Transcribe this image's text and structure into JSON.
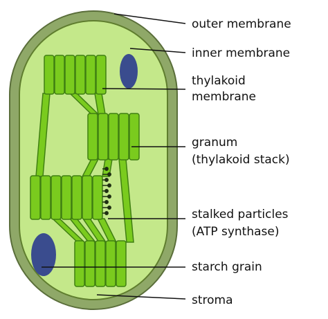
{
  "labels": {
    "outer_membrane": "outer membrane",
    "inner_membrane": "inner membrane",
    "thylakoid_1": "thylakoid",
    "thylakoid_2": "membrane",
    "granum_1": "granum",
    "granum_2": "(thylakoid stack)",
    "stalked_1": "stalked particles",
    "stalked_2": "(ATP synthase)",
    "starch_grain": "starch grain",
    "stroma": "stroma"
  },
  "colors": {
    "outer_membrane": "#8fa868",
    "inner_membrane_line": "#5f7d2e",
    "stroma": "#c4e88a",
    "thylakoid_fill": "#7acb1e",
    "thylakoid_stroke": "#3f7f12",
    "starch": "#3a4c8e",
    "particles": "#1e2e12",
    "pointer": "#111111"
  }
}
